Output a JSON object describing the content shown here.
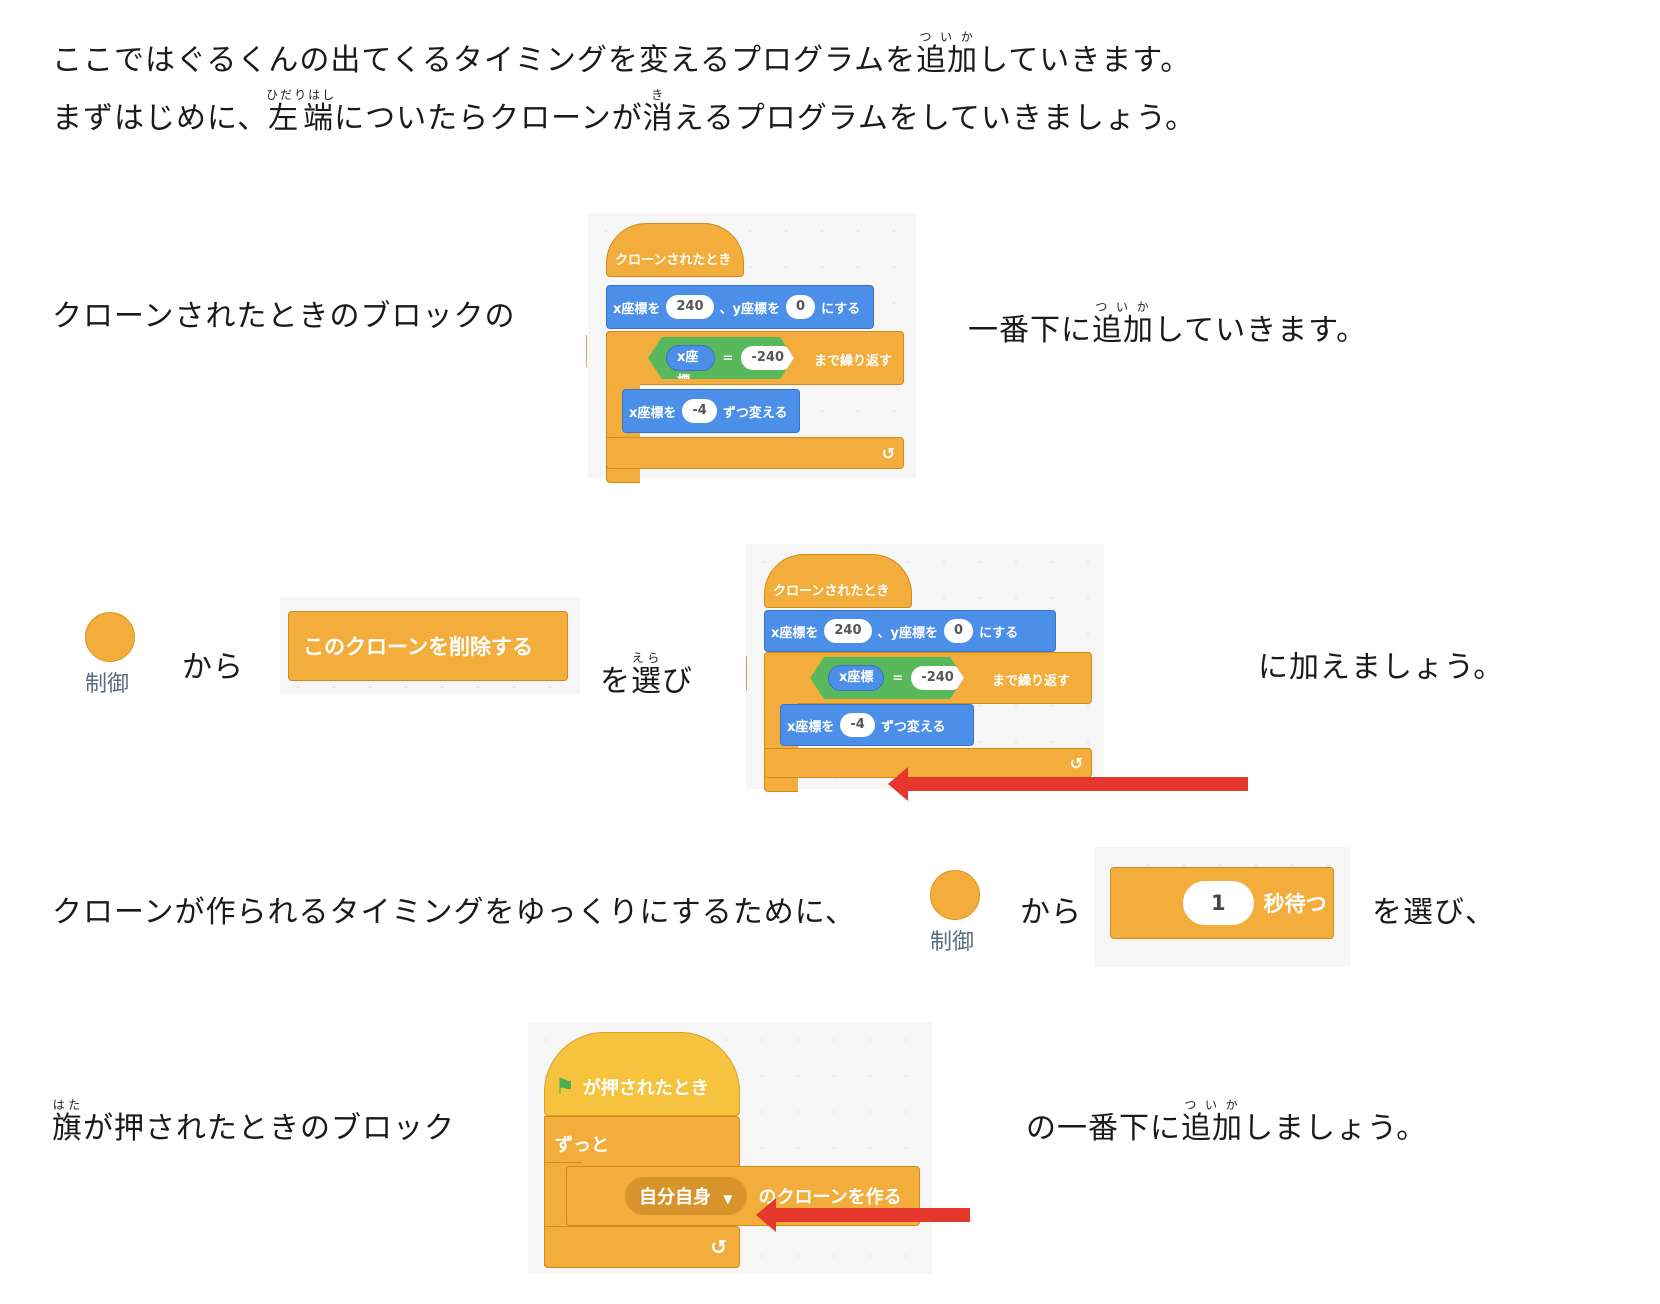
{
  "intro": {
    "line1_a": "ここではぐるくんの出てくるタイミングを変えるプログラムを",
    "line1_ruby": "追加",
    "line1_rt": "ついか",
    "line1_b": "していきます。",
    "line2_a": "まずはじめに、",
    "line2_ruby1": "左端",
    "line2_rt1": "ひだりはし",
    "line2_b": "についたらクローンが",
    "line2_ruby2": "消",
    "line2_rt2": "き",
    "line2_c": "えるプログラムをしていきましょう。"
  },
  "step1": {
    "left": "クローンされたときのブロックの",
    "right_a": "一番下に",
    "right_ruby": "追加",
    "right_rt": "ついか",
    "right_b": "していきます。"
  },
  "step2": {
    "category": "制御",
    "from": "から",
    "block": "このクローンを削除する",
    "choose_ruby": "選",
    "choose_rt": "えら",
    "choose_a": "を",
    "choose_b": "び",
    "right": "に加えましょう。"
  },
  "step3": {
    "left": "クローンが作られるタイミングをゆっくりにするために、",
    "category": "制御",
    "from": "から",
    "wait_value": "1",
    "wait_label": "秒待つ",
    "choose": "を選び、"
  },
  "step4": {
    "left_ruby": "旗",
    "left_rt": "はた",
    "left_b": "が押されたときのブロック",
    "right_a": "の一番下に",
    "right_ruby": "追加",
    "right_rt": "ついか",
    "right_b": "しましょう。"
  },
  "clone_script": {
    "hat": "クローンされたとき",
    "goto_x_label": "x座標を",
    "goto_x": "240",
    "goto_y_label": "、y座標を",
    "goto_y": "0",
    "goto_suffix": "にする",
    "cond_var": "x座標",
    "cond_op": "=",
    "cond_value": "-240",
    "repeat_label": "まで繰り返す",
    "change_label": "x座標を",
    "change_value": "-4",
    "change_suffix": "ずつ変える",
    "loop_icon": "loop-arrow-icon"
  },
  "flag_script": {
    "hat": "が押されたとき",
    "forever": "ずっと",
    "clone_target": "自分自身",
    "clone_suffix": "のクローンを作る",
    "flag_icon": "green-flag-icon"
  },
  "colors": {
    "control": "#f2ad3c",
    "motion": "#4c8fe8",
    "operator": "#58b85c",
    "arrow": "#e5372b"
  }
}
